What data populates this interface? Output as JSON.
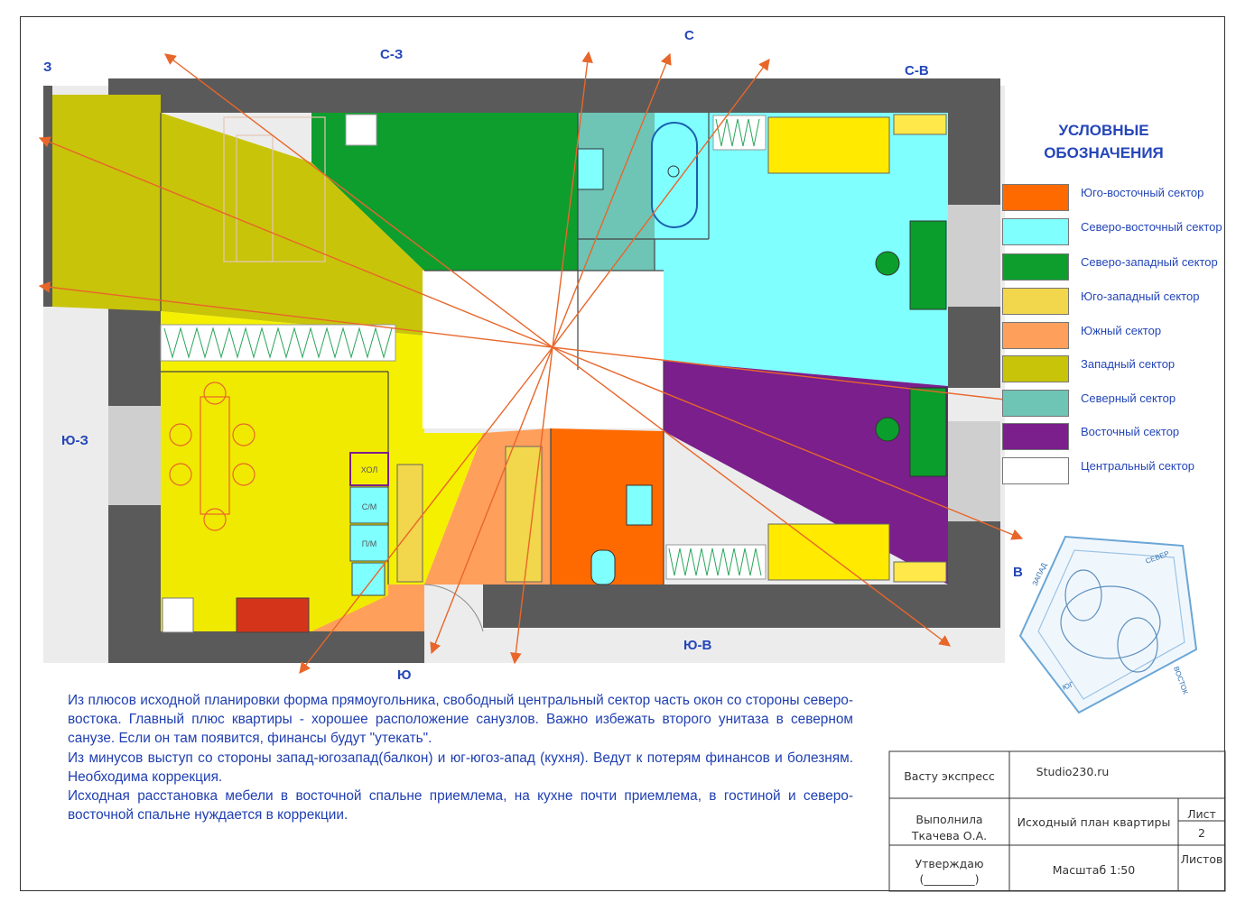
{
  "directions": {
    "n": "С",
    "nw": "С-З",
    "ne": "С-В",
    "w": "З",
    "e": "В",
    "sw": "Ю-З",
    "s": "Ю",
    "se": "Ю-В"
  },
  "legend": {
    "title_line1": "УСЛОВНЫЕ",
    "title_line2": "ОБОЗНАЧЕНИЯ",
    "items": [
      {
        "label": "Юго-восточный сектор",
        "color": "#ff6a00"
      },
      {
        "label": "Северо-восточный сектор",
        "color": "#80ffff"
      },
      {
        "label": "Северо-западный сектор",
        "color": "#0d9e2e"
      },
      {
        "label": "Юго-западный сектор",
        "color": "#f2d64b"
      },
      {
        "label": "Южный сектор",
        "color": "#ff9f5c"
      },
      {
        "label": "Западный сектор",
        "color": "#c8c40a"
      },
      {
        "label": "Северный сектор",
        "color": "#6ec4b5"
      },
      {
        "label": "Восточный сектор",
        "color": "#7a1f8c"
      },
      {
        "label": "Центральный сектор",
        "color": "#ffffff"
      }
    ]
  },
  "plan_labels": {
    "fridge": "ХОЛ",
    "dishwasher": "С/М",
    "washer": "П/М"
  },
  "notes": [
    "Из плюсов исходной планировки форма прямоугольника, свободный центральный сектор часть окон со стороны северо-востока. Главный плюс квартиры - хорошее расположение санузлов. Важно избежать второго унитаза в северном санузе. Если он там появится, финансы будут \"утекать\".",
    "Из минусов выступ со стороны запад-югозапад(балкон) и юг-югоз-апад (кухня). Ведут к потерям финансов и болезням. Необходима коррекция.",
    "Исходная расстановка мебели в восточной спальне приемлема, на кухне почти приемлема, в гостиной и северо-восточной спальне нуждается в коррекции."
  ],
  "stamp": {
    "client": "Васту экспресс",
    "studio": "Studio230.ru",
    "author_role": "Выполнила",
    "author_name": "Ткачева О.А.",
    "drawing_title": "Исходный план квартиры",
    "sheet_label": "Лист",
    "sheet_number": "2",
    "sheets_label": "Листов",
    "approve_label": "Утверждаю",
    "approve_blank": "(_________)",
    "scale": "Масштаб 1:50"
  },
  "compass_labels": {
    "north": "СЕВЕР",
    "west": "ЗАПАД",
    "east": "ВОСТОК",
    "south": "ЮГ"
  }
}
